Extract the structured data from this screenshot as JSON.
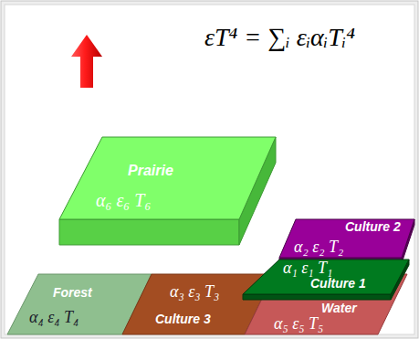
{
  "diagram": {
    "nodes": [
      {
        "text": [
          "Prairie",
          "α₆ ε₆ T₆"
        ]
      },
      {
        "text": [
          "Culture 2",
          "α₂ ε₂ T₂"
        ]
      },
      {
        "text": [
          "α₁ ε₁ T₁",
          "Culture 1"
        ]
      },
      {
        "text": [
          "Forest",
          "α₄ ε₄ T₄"
        ]
      },
      {
        "text": [
          "α₃ ε₃ T₃",
          "Culture 3"
        ]
      },
      {
        "text": [
          "Water",
          "α₅ ε₅ T₅"
        ]
      }
    ],
    "labels": [
      "εT⁴ = ∑ᵢ εᵢαᵢTᵢ⁴"
    ]
  }
}
